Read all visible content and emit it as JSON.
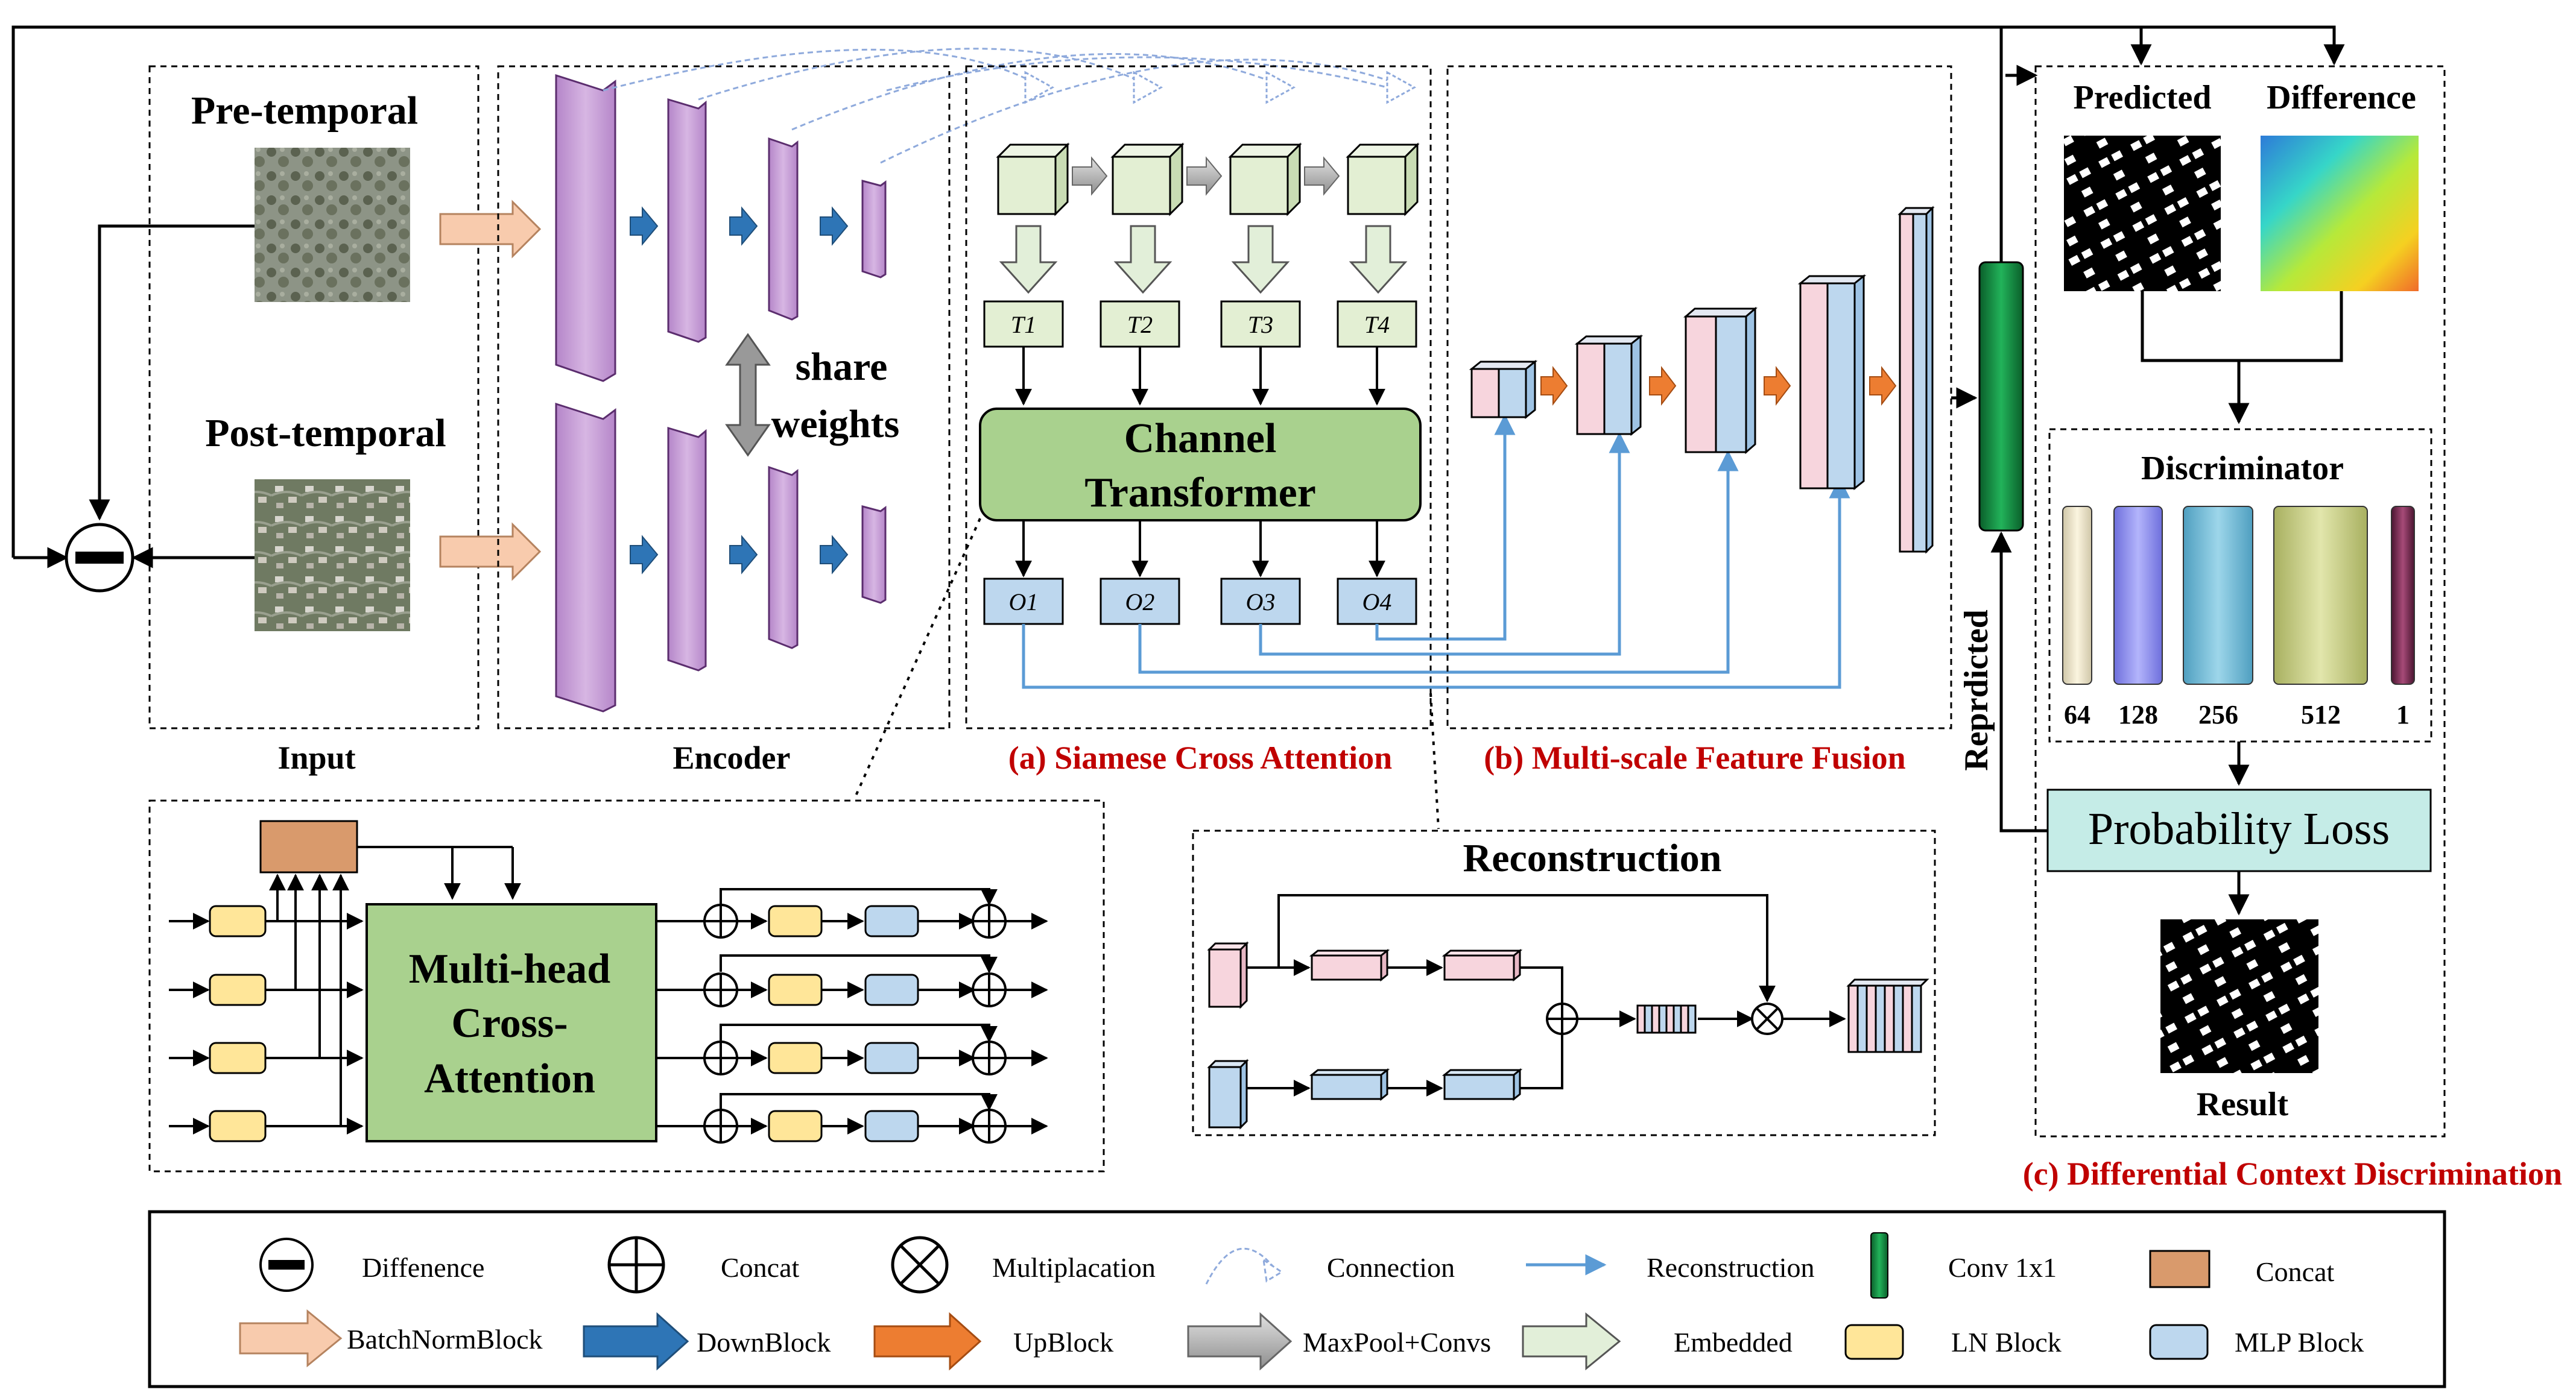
{
  "input": {
    "pre_label": "Pre-temporal",
    "post_label": "Post-temporal",
    "section_label": "Input"
  },
  "encoder": {
    "share_label_1": "share",
    "share_label_2": "weights",
    "section_label": "Encoder"
  },
  "siamese": {
    "tokens": [
      "T1",
      "T2",
      "T3",
      "T4"
    ],
    "outputs": [
      "O1",
      "O2",
      "O3",
      "O4"
    ],
    "transformer_line1": "Channel",
    "transformer_line2": "Transformer",
    "section_label": "(a) Siamese Cross Attention"
  },
  "fusion": {
    "section_label": "(b) Multi-scale Feature Fusion"
  },
  "discrimination": {
    "predicted_label": "Predicted",
    "difference_label": "Difference",
    "discriminator_label": "Discriminator",
    "channels": [
      "64",
      "128",
      "256",
      "512",
      "1"
    ],
    "loss_label": "Probability Loss",
    "result_label": "Result",
    "repredicted_label": "Reprdicted",
    "section_label": "(c) Differential Context Discrimination"
  },
  "mhca": {
    "line1": "Multi-head",
    "line2": "Cross-",
    "line3": "Attention"
  },
  "reconstruction": {
    "title": "Reconstruction"
  },
  "legend": {
    "difference": "Diffenence",
    "concat_op": "Concat",
    "multiply": "Multiplacation",
    "connection": "Connection",
    "reconstruction": "Reconstruction",
    "conv": "Conv 1x1",
    "concat_block": "Concat",
    "batchnorm": "BatchNormBlock",
    "downblock": "DownBlock",
    "upblock": "UpBlock",
    "maxpool": "MaxPool+Convs",
    "embedded": "Embedded",
    "ln_block": "LN Block",
    "mlp_block": "MLP Block"
  },
  "colors": {
    "purple": "#c8a2d6",
    "purple_dark": "#8e5fa8",
    "green_cube": "#e3efd3",
    "transformer": "#a9d18e",
    "pink": "#f7d5dd",
    "blue_light": "#bdd7ee",
    "ln_yellow": "#ffe699",
    "mlp_blue": "#bdd7ee",
    "concat_orange": "#d99a6c",
    "loss_teal": "#c5ece7",
    "section_red": "#c00000",
    "recon_blue": "#5b9bd5",
    "down_blue": "#2e75b6",
    "up_orange": "#ed7d31",
    "conv_green": "#0e8a3c"
  }
}
